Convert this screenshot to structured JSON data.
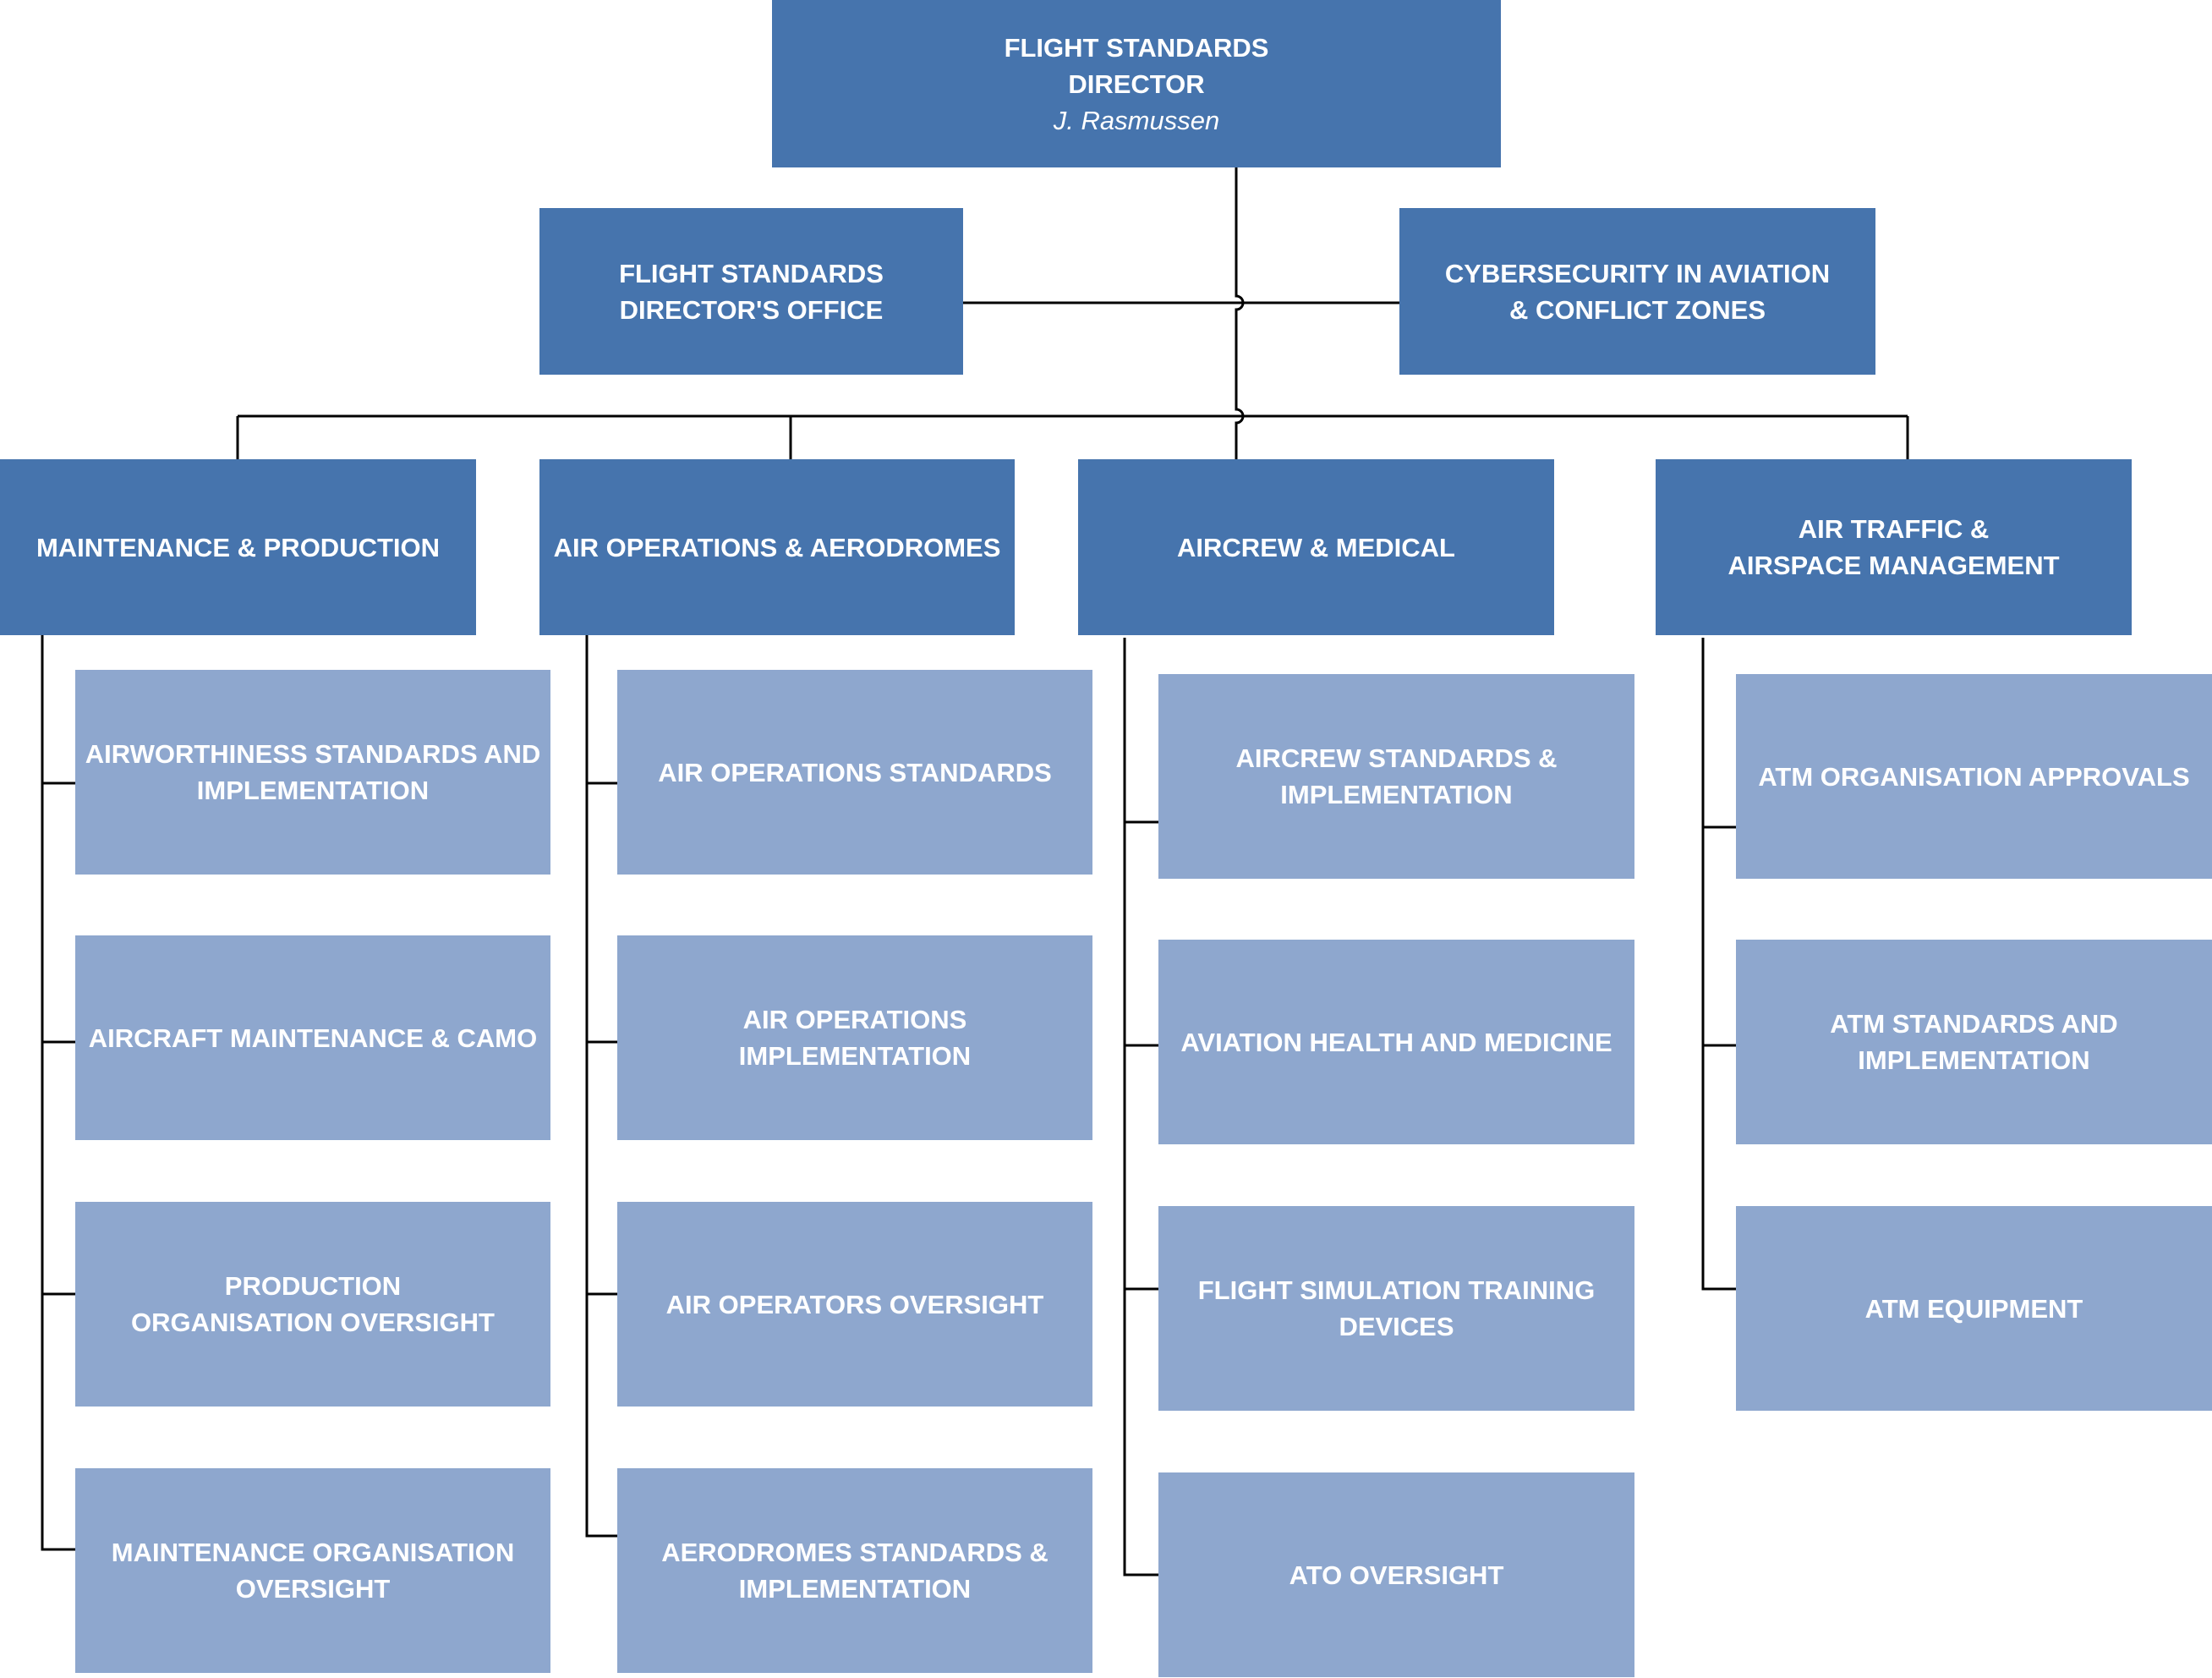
{
  "colors": {
    "dark_box": "#4674AD",
    "light_box": "#8EA7CE",
    "connector": "#000000",
    "text": "#ffffff"
  },
  "director": {
    "line1": "FLIGHT STANDARDS",
    "line2": "DIRECTOR",
    "name": "J. Rasmussen"
  },
  "staff": [
    {
      "line1": "FLIGHT STANDARDS",
      "line2": "DIRECTOR'S OFFICE"
    },
    {
      "line1": "CYBERSECURITY IN AVIATION",
      "line2": "& CONFLICT ZONES"
    }
  ],
  "departments": [
    {
      "line1": "MAINTENANCE & PRODUCTION",
      "line2": "",
      "units": [
        {
          "line1": "AIRWORTHINESS STANDARDS AND",
          "line2": "IMPLEMENTATION"
        },
        {
          "line1": "AIRCRAFT MAINTENANCE & CAMO",
          "line2": ""
        },
        {
          "line1": "PRODUCTION",
          "line2": "ORGANISATION OVERSIGHT"
        },
        {
          "line1": "MAINTENANCE ORGANISATION",
          "line2": "OVERSIGHT"
        }
      ]
    },
    {
      "line1": "AIR OPERATIONS & AERODROMES",
      "line2": "",
      "units": [
        {
          "line1": "AIR OPERATIONS STANDARDS",
          "line2": ""
        },
        {
          "line1": "AIR OPERATIONS",
          "line2": "IMPLEMENTATION"
        },
        {
          "line1": "AIR OPERATORS OVERSIGHT",
          "line2": ""
        },
        {
          "line1": "AERODROMES STANDARDS &",
          "line2": "IMPLEMENTATION"
        }
      ]
    },
    {
      "line1": "AIRCREW & MEDICAL",
      "line2": "",
      "units": [
        {
          "line1": "AIRCREW STANDARDS &",
          "line2": "IMPLEMENTATION"
        },
        {
          "line1": "AVIATION HEALTH AND MEDICINE",
          "line2": ""
        },
        {
          "line1": "FLIGHT SIMULATION TRAINING",
          "line2": "DEVICES"
        },
        {
          "line1": "ATO OVERSIGHT",
          "line2": ""
        }
      ]
    },
    {
      "line1": "AIR TRAFFIC &",
      "line2": "AIRSPACE MANAGEMENT",
      "units": [
        {
          "line1": "ATM ORGANISATION APPROVALS",
          "line2": ""
        },
        {
          "line1": "ATM STANDARDS AND",
          "line2": "IMPLEMENTATION"
        },
        {
          "line1": "ATM EQUIPMENT",
          "line2": ""
        }
      ]
    }
  ]
}
